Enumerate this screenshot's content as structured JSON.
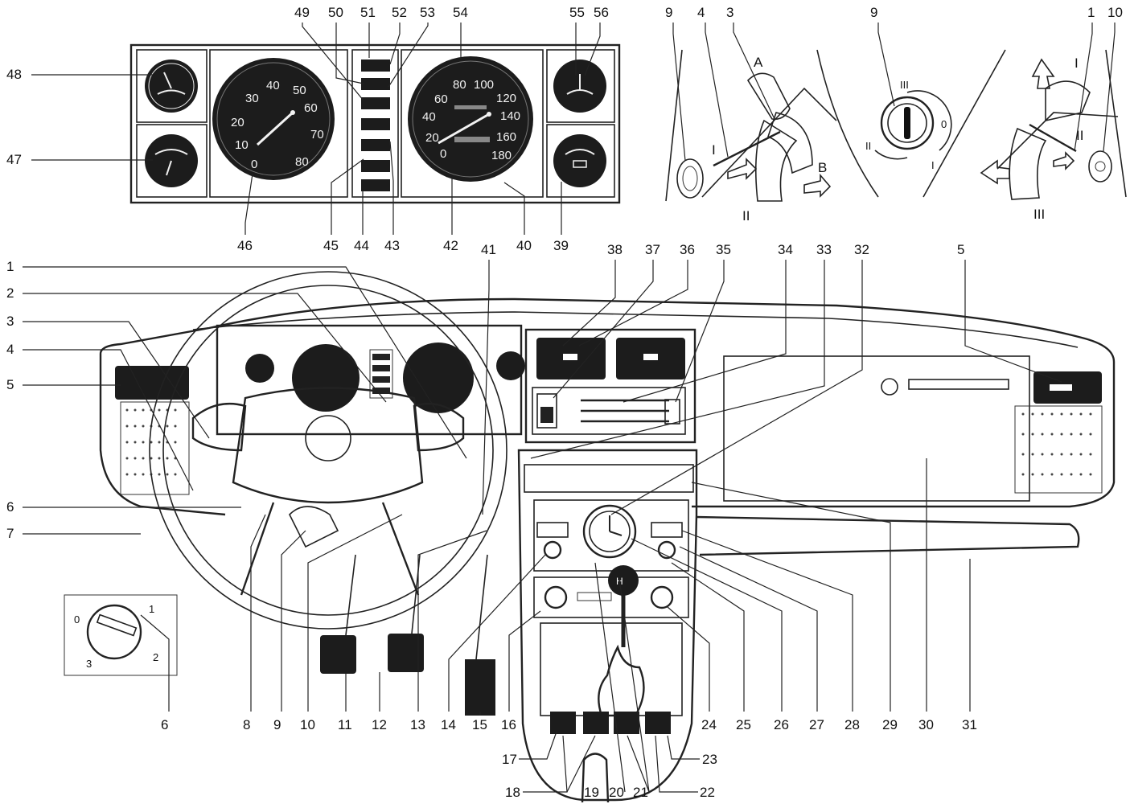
{
  "cluster_callouts": {
    "top": [
      "49",
      "50",
      "51",
      "52",
      "53",
      "54",
      "55",
      "56"
    ],
    "left": [
      "48",
      "47"
    ],
    "bottom": [
      "46",
      "45",
      "44",
      "43",
      "42",
      "40",
      "39"
    ]
  },
  "speedometer": {
    "scale": [
      "0",
      "20",
      "40",
      "60",
      "80",
      "100",
      "120",
      "140",
      "160",
      "180"
    ]
  },
  "tachometer": {
    "scale": [
      "0",
      "10",
      "20",
      "30",
      "40",
      "50",
      "60",
      "70",
      "80"
    ]
  },
  "stalk_inset_left": {
    "callouts": [
      "9",
      "4",
      "3"
    ],
    "positions": [
      "A",
      "B",
      "I",
      "II"
    ]
  },
  "ignition_inset": {
    "callouts": [
      "9"
    ],
    "positions": [
      "III",
      "0",
      "I",
      "II"
    ]
  },
  "stalk_inset_right": {
    "callouts": [
      "1",
      "10"
    ],
    "positions": [
      "I",
      "II",
      "III"
    ]
  },
  "dashboard_callouts": {
    "left": [
      "1",
      "2",
      "3",
      "4",
      "5",
      "6",
      "7"
    ],
    "top": [
      "41",
      "38",
      "37",
      "36",
      "35",
      "34",
      "33",
      "32",
      "5"
    ],
    "bottom": [
      "6",
      "8",
      "9",
      "10",
      "11",
      "12",
      "13",
      "14",
      "15",
      "16",
      "24",
      "25",
      "26",
      "27",
      "28",
      "29",
      "30",
      "31"
    ],
    "console": [
      "17",
      "18",
      "19",
      "20",
      "21",
      "22",
      "23"
    ]
  },
  "lock_inset": {
    "positions": [
      "0",
      "1",
      "2",
      "3"
    ]
  }
}
